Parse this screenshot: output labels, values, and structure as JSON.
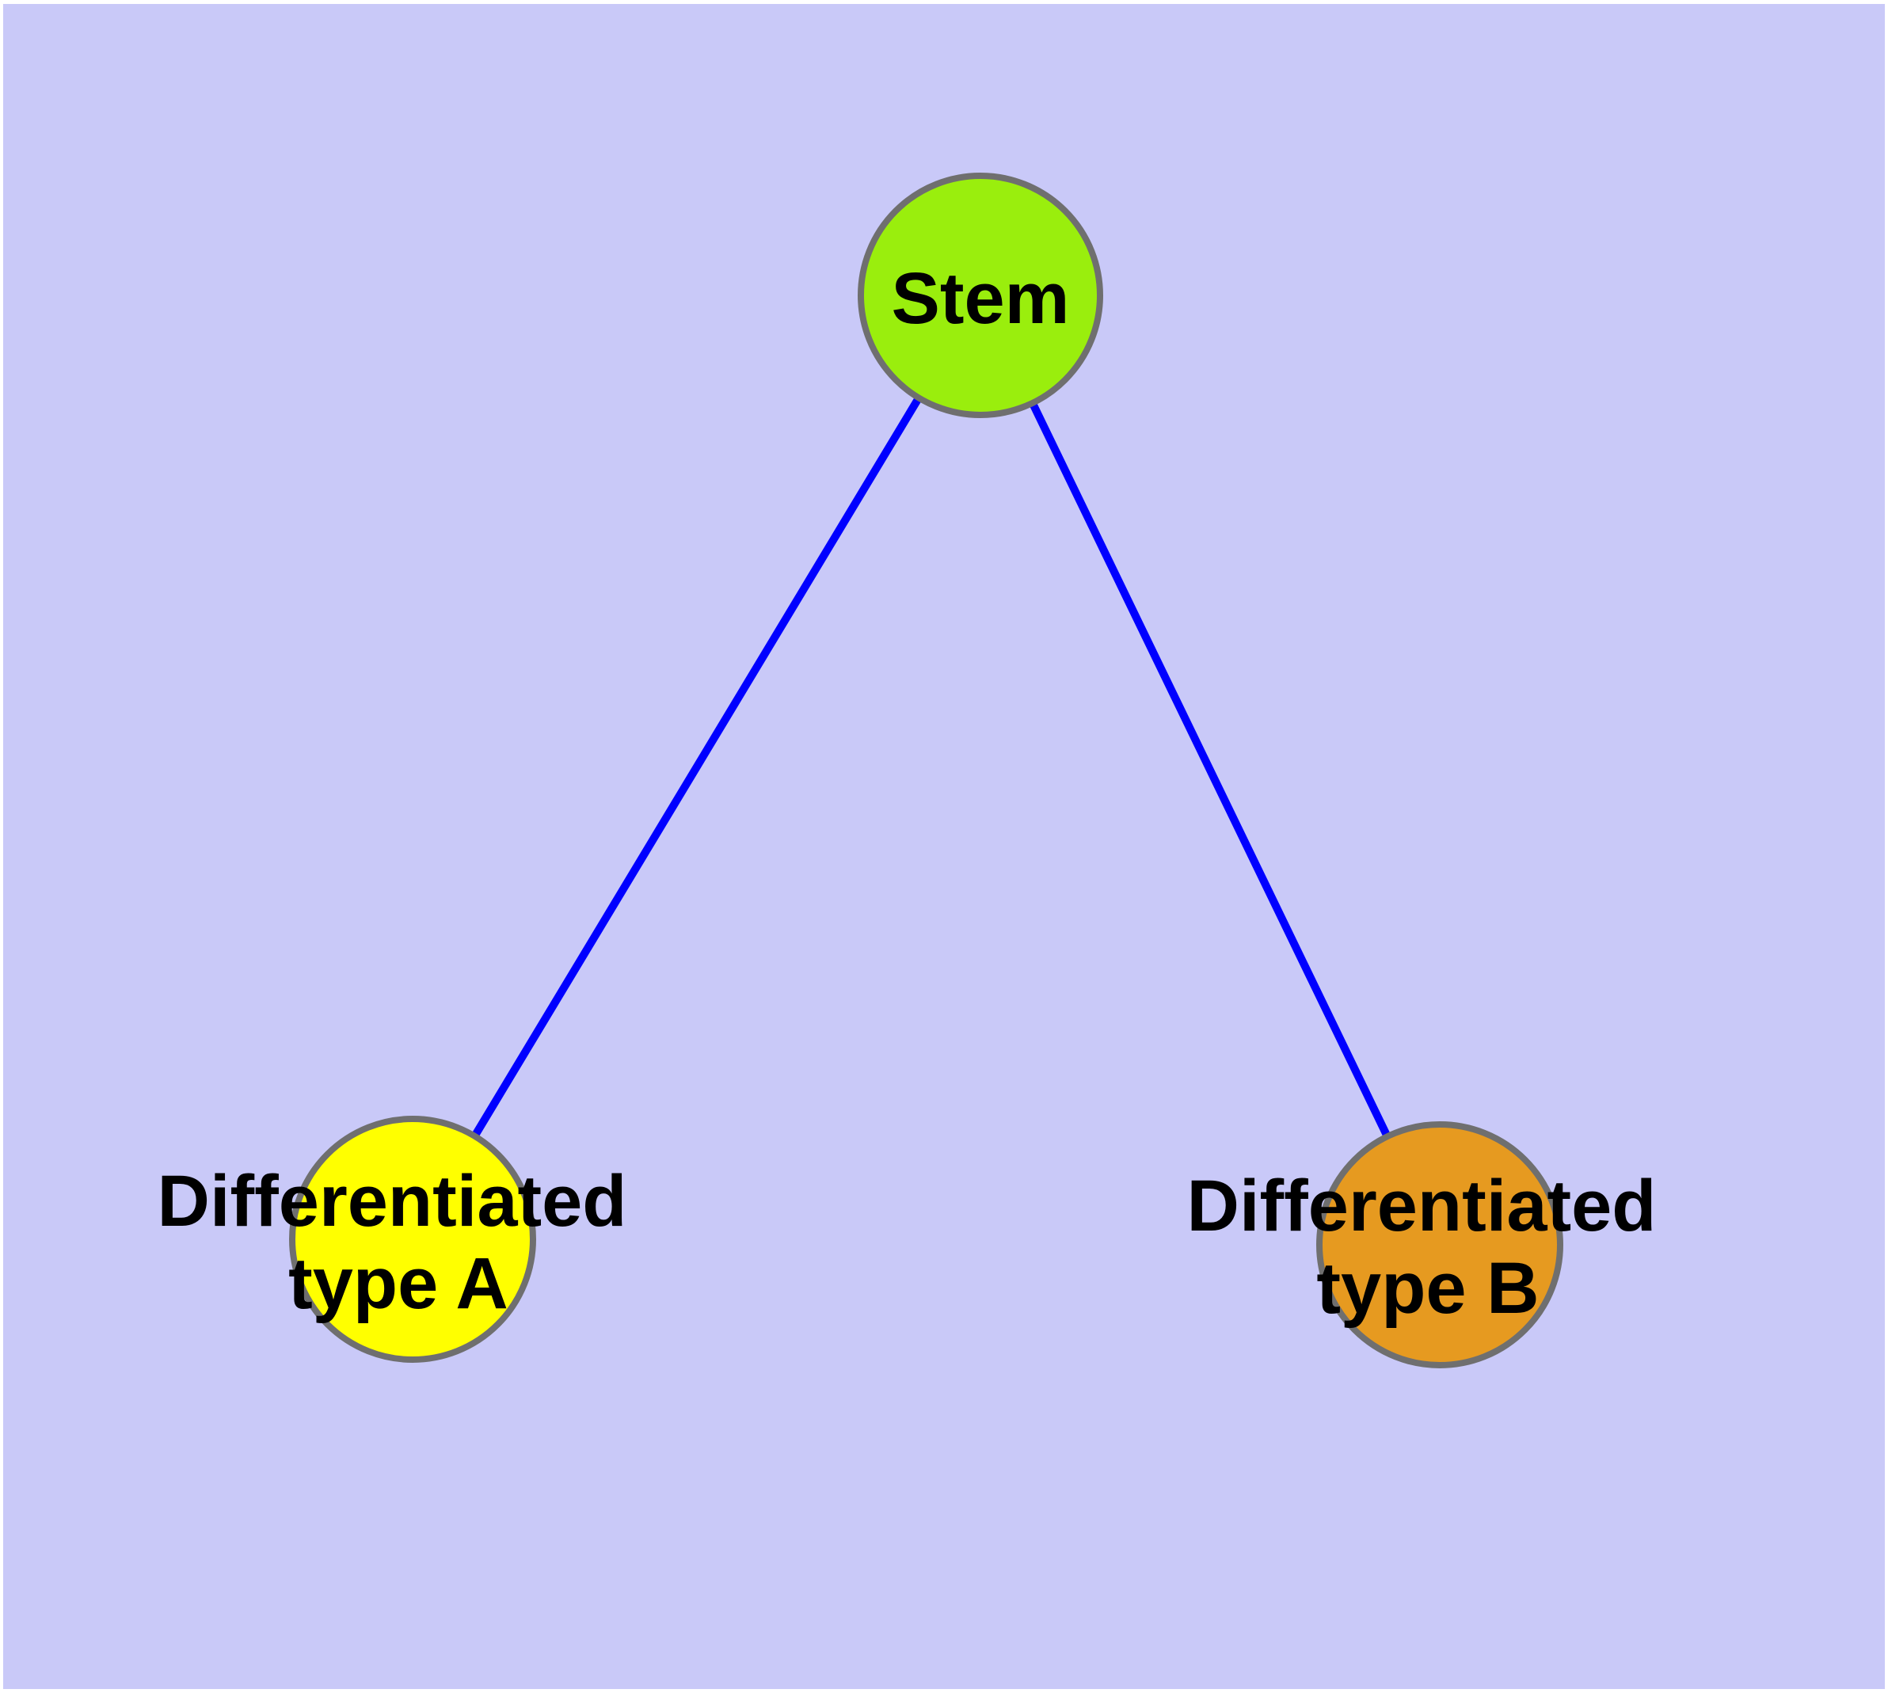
{
  "diagram": {
    "type": "graph",
    "background_color": "#c9c9f8",
    "frame_color": "#ffffff",
    "edge_color": "#0000ff",
    "node_border_color": "#6f6f6f",
    "label_color": "#000000",
    "nodes": [
      {
        "id": "stem",
        "label": "Stem",
        "line1": "Stem",
        "line2": "",
        "fill": "#9aee0d"
      },
      {
        "id": "differentiated-type-a",
        "label": "Differentiated type A",
        "line1": "Differentiated",
        "line2": "type A",
        "fill": "#ffff00"
      },
      {
        "id": "differentiated-type-b",
        "label": "Differentiated type B",
        "line1": "Differentiated",
        "line2": "type B",
        "fill": "#e69a20"
      }
    ],
    "edges": [
      {
        "source": "Stem",
        "target": "Differentiated type A"
      },
      {
        "source": "Stem",
        "target": "Differentiated type B"
      }
    ]
  }
}
